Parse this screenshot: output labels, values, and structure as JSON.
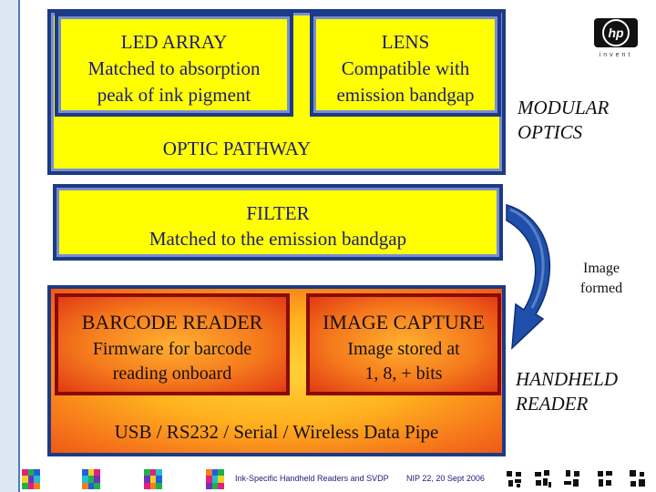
{
  "boxes": {
    "led": {
      "title": "LED ARRAY",
      "line1": "Matched to absorption",
      "line2": "peak of ink pigment"
    },
    "lens": {
      "title": "LENS",
      "line1": "Compatible with",
      "line2": "emission bandgap"
    },
    "optic": {
      "title": "OPTIC PATHWAY"
    },
    "filter": {
      "title": "FILTER",
      "line1": "Matched to the emission bandgap"
    },
    "barcode": {
      "title": "BARCODE READER",
      "line1": "Firmware for barcode",
      "line2": "reading onboard"
    },
    "capture": {
      "title": "IMAGE CAPTURE",
      "line1": "Image stored at",
      "line2": "1, 8, + bits"
    },
    "pipe": {
      "title": "USB / RS232 / Serial / Wireless Data Pipe"
    }
  },
  "labels": {
    "modular_1": "MODULAR",
    "modular_2": "OPTICS",
    "image_1": "Image",
    "image_2": "formed",
    "handheld_1": "HANDHELD",
    "handheld_2": "READER"
  },
  "logo": {
    "brand": "hp",
    "tagline": "invent"
  },
  "footer": {
    "title": "Ink-Specific Handheld Readers and SVDP",
    "event": "NIP 22, 20 Sept 2006"
  },
  "colors": {
    "yellow_box": "#ffff00",
    "border_blue": "#1c3a86",
    "orange": "#f5701a",
    "arrow_blue": "#1f4fa8"
  },
  "icons": {
    "arrow": "curved-arrow-icon",
    "logo": "hp-logo-icon"
  }
}
